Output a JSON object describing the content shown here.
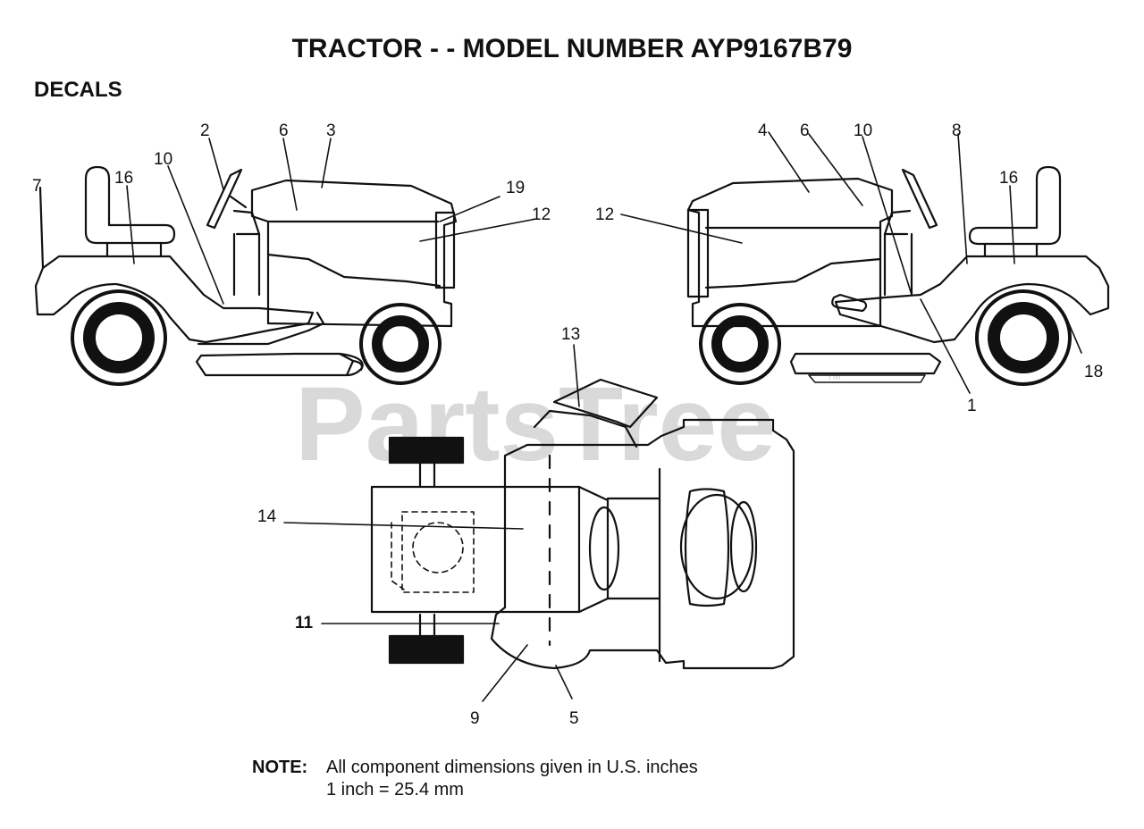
{
  "title": "TRACTOR - - MODEL NUMBER AYP9167B79",
  "section": "DECALS",
  "watermark": {
    "text": "PartsTree",
    "tm": "TM"
  },
  "note": {
    "label": "NOTE:",
    "line1": "All component dimensions given in U.S. inches",
    "line2": "1 inch = 25.4 mm"
  },
  "callouts": {
    "left_side": [
      "7",
      "16",
      "10",
      "2",
      "6",
      "3",
      "19",
      "12"
    ],
    "right_side": [
      "4",
      "6",
      "10",
      "8",
      "16",
      "12",
      "18",
      "1"
    ],
    "top_view": [
      "13",
      "14",
      "11",
      "9",
      "5"
    ]
  },
  "colors": {
    "ink": "#111111",
    "watermark": "#d9d9d9",
    "background": "#ffffff"
  }
}
